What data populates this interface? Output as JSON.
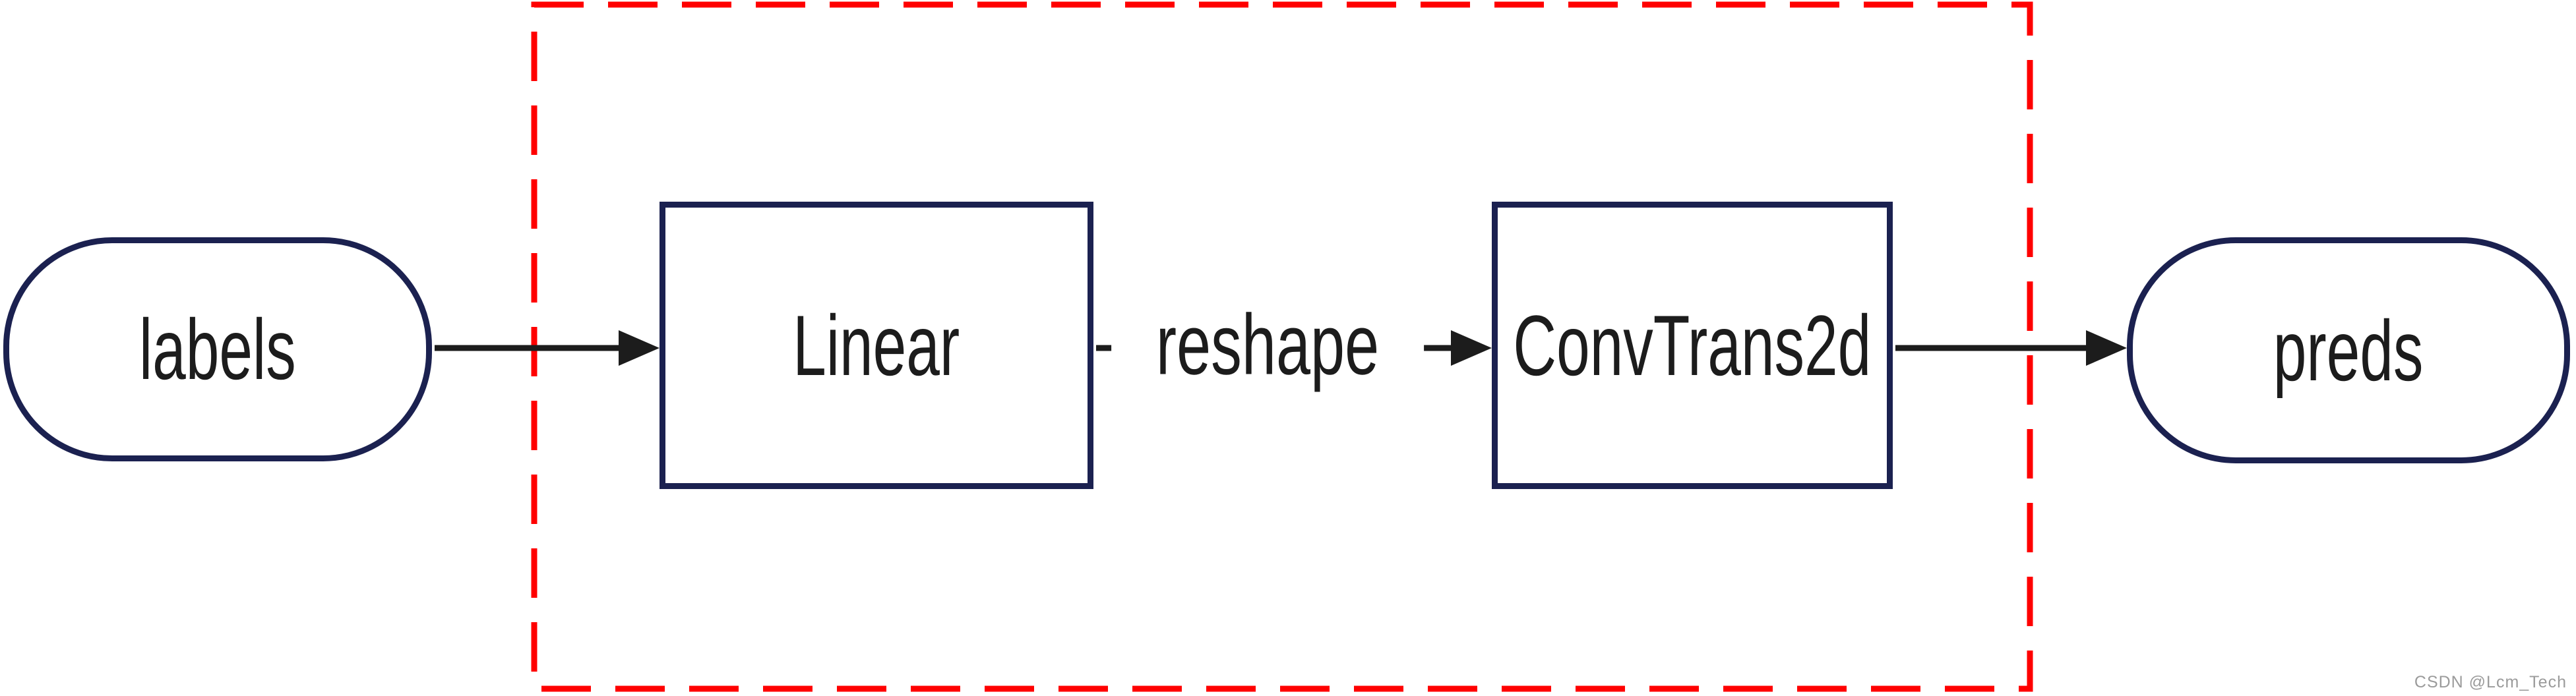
{
  "diagram": {
    "type": "flowchart",
    "direction": "left-to-right",
    "nodes": [
      {
        "id": "labels",
        "label": "labels",
        "shape": "stadium"
      },
      {
        "id": "linear",
        "label": "Linear",
        "shape": "rect"
      },
      {
        "id": "convtrans2d",
        "label": "ConvTrans2d",
        "shape": "rect"
      },
      {
        "id": "preds",
        "label": "preds",
        "shape": "stadium"
      }
    ],
    "edges": [
      {
        "from": "labels",
        "to": "linear",
        "label": ""
      },
      {
        "from": "linear",
        "to": "convtrans2d",
        "label": "reshape"
      },
      {
        "from": "convtrans2d",
        "to": "preds",
        "label": ""
      }
    ],
    "group": {
      "members": [
        "linear",
        "convtrans2d"
      ],
      "border_style": "dashed",
      "border_color": "#ff0000"
    },
    "colors": {
      "node_border": "#1b2150",
      "edge_line": "#1c1c1c",
      "text": "#1c1c1c",
      "group_border": "#ff0000",
      "background": "#ffffff",
      "watermark": "#9b9b9b"
    }
  },
  "watermark": {
    "text": "CSDN @Lcm_Tech"
  }
}
